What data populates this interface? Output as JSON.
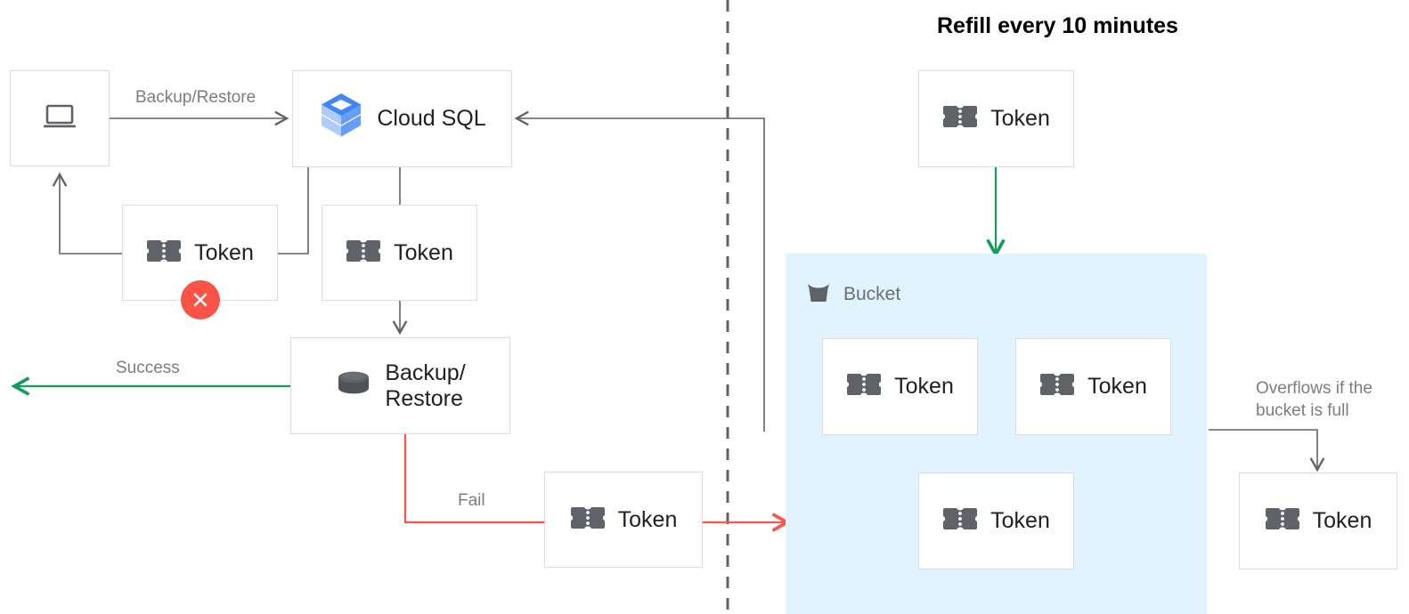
{
  "title": "Refill every 10 minutes",
  "colors": {
    "accent_green": "#0f9d58",
    "accent_red": "#f9544a",
    "line_gray": "#5f6368",
    "box_border": "#dadce0",
    "bucket_fill": "#e1f4fd",
    "text_dark": "#202124",
    "text_muted": "#7a7d81",
    "cloudsql_blue_dark": "#4285f4",
    "cloudsql_blue_mid": "#669df6",
    "cloudsql_blue_light": "#aecbfa",
    "token_icon_gray": "#5f6368"
  },
  "nodes": {
    "client": {
      "label": "",
      "icon": "laptop-icon"
    },
    "cloud_sql": {
      "label": "Cloud SQL",
      "icon": "cloud-sql-icon"
    },
    "token_client": {
      "label": "Token",
      "icon": "token-icon",
      "status": "error"
    },
    "token_cloudsql": {
      "label": "Token",
      "icon": "token-icon"
    },
    "backup_restore": {
      "label": "Backup/\nRestore",
      "icon": "database-icon"
    },
    "token_fail": {
      "label": "Token",
      "icon": "token-icon"
    },
    "token_refill": {
      "label": "Token",
      "icon": "token-icon"
    },
    "token_overflow": {
      "label": "Token",
      "icon": "token-icon"
    },
    "bucket": {
      "label": "Bucket",
      "icon": "bucket-icon"
    },
    "bucket_tokens": [
      {
        "label": "Token",
        "icon": "token-icon"
      },
      {
        "label": "Token",
        "icon": "token-icon"
      },
      {
        "label": "Token",
        "icon": "token-icon"
      }
    ]
  },
  "edges": {
    "backup_restore_label": "Backup/Restore",
    "success_label": "Success",
    "fail_label": "Fail",
    "overflow_label": "Overflows if the\nbucket is full"
  },
  "icons": {
    "laptop": "laptop-icon",
    "cloud_sql": "cloud-sql-icon",
    "token": "token-icon",
    "database": "database-icon",
    "bucket": "bucket-icon",
    "error": "error-x-icon",
    "divider": "dashed-divider"
  }
}
